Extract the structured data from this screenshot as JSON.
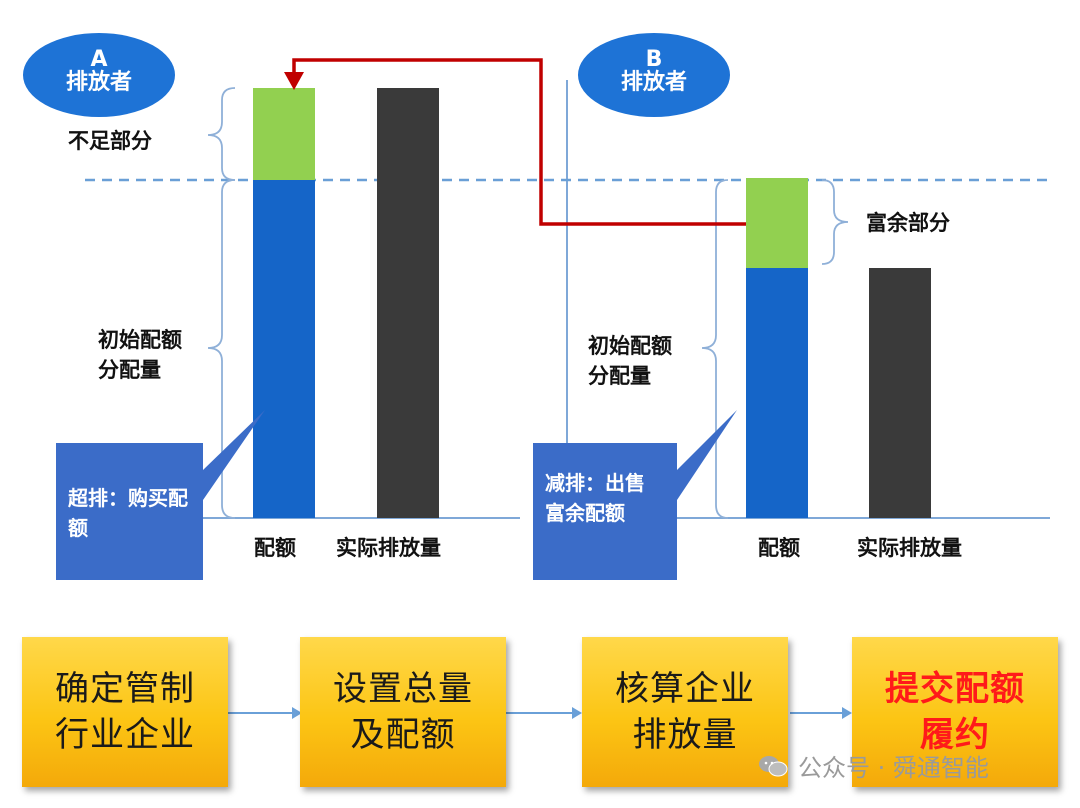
{
  "emitters": {
    "a": {
      "letter": "A",
      "label": "排放者"
    },
    "b": {
      "letter": "B",
      "label": "排放者"
    }
  },
  "left_panel": {
    "shortfall_label": "不足部分",
    "initial_allocation_label": "初始配额分配量",
    "callout_text": "超排：购买配额",
    "bar_quota_label": "配额",
    "bar_actual_label": "实际排放量"
  },
  "right_panel": {
    "surplus_label": "富余部分",
    "initial_allocation_label": "初始配额分配量",
    "callout_text": "减排：出售富余配额",
    "bar_quota_label": "配额",
    "bar_actual_label": "实际排放量"
  },
  "process_steps": [
    {
      "label": "确定管制行业企业"
    },
    {
      "label": "设置总量及配额"
    },
    {
      "label": "核算企业排放量"
    },
    {
      "label": "提交配额履约"
    }
  ],
  "watermark": {
    "text": "公众号 · 舜通智能"
  },
  "colors": {
    "blue_bar": "#1565c8",
    "green_bar": "#92d050",
    "dark_bar": "#3a3a3a",
    "arrow_red": "#c00000",
    "ellipse_blue": "#1e73d6",
    "callout_blue": "#3b6cc8",
    "step_yellow": "#fcc514",
    "axis_blue": "#7fa8d8"
  }
}
